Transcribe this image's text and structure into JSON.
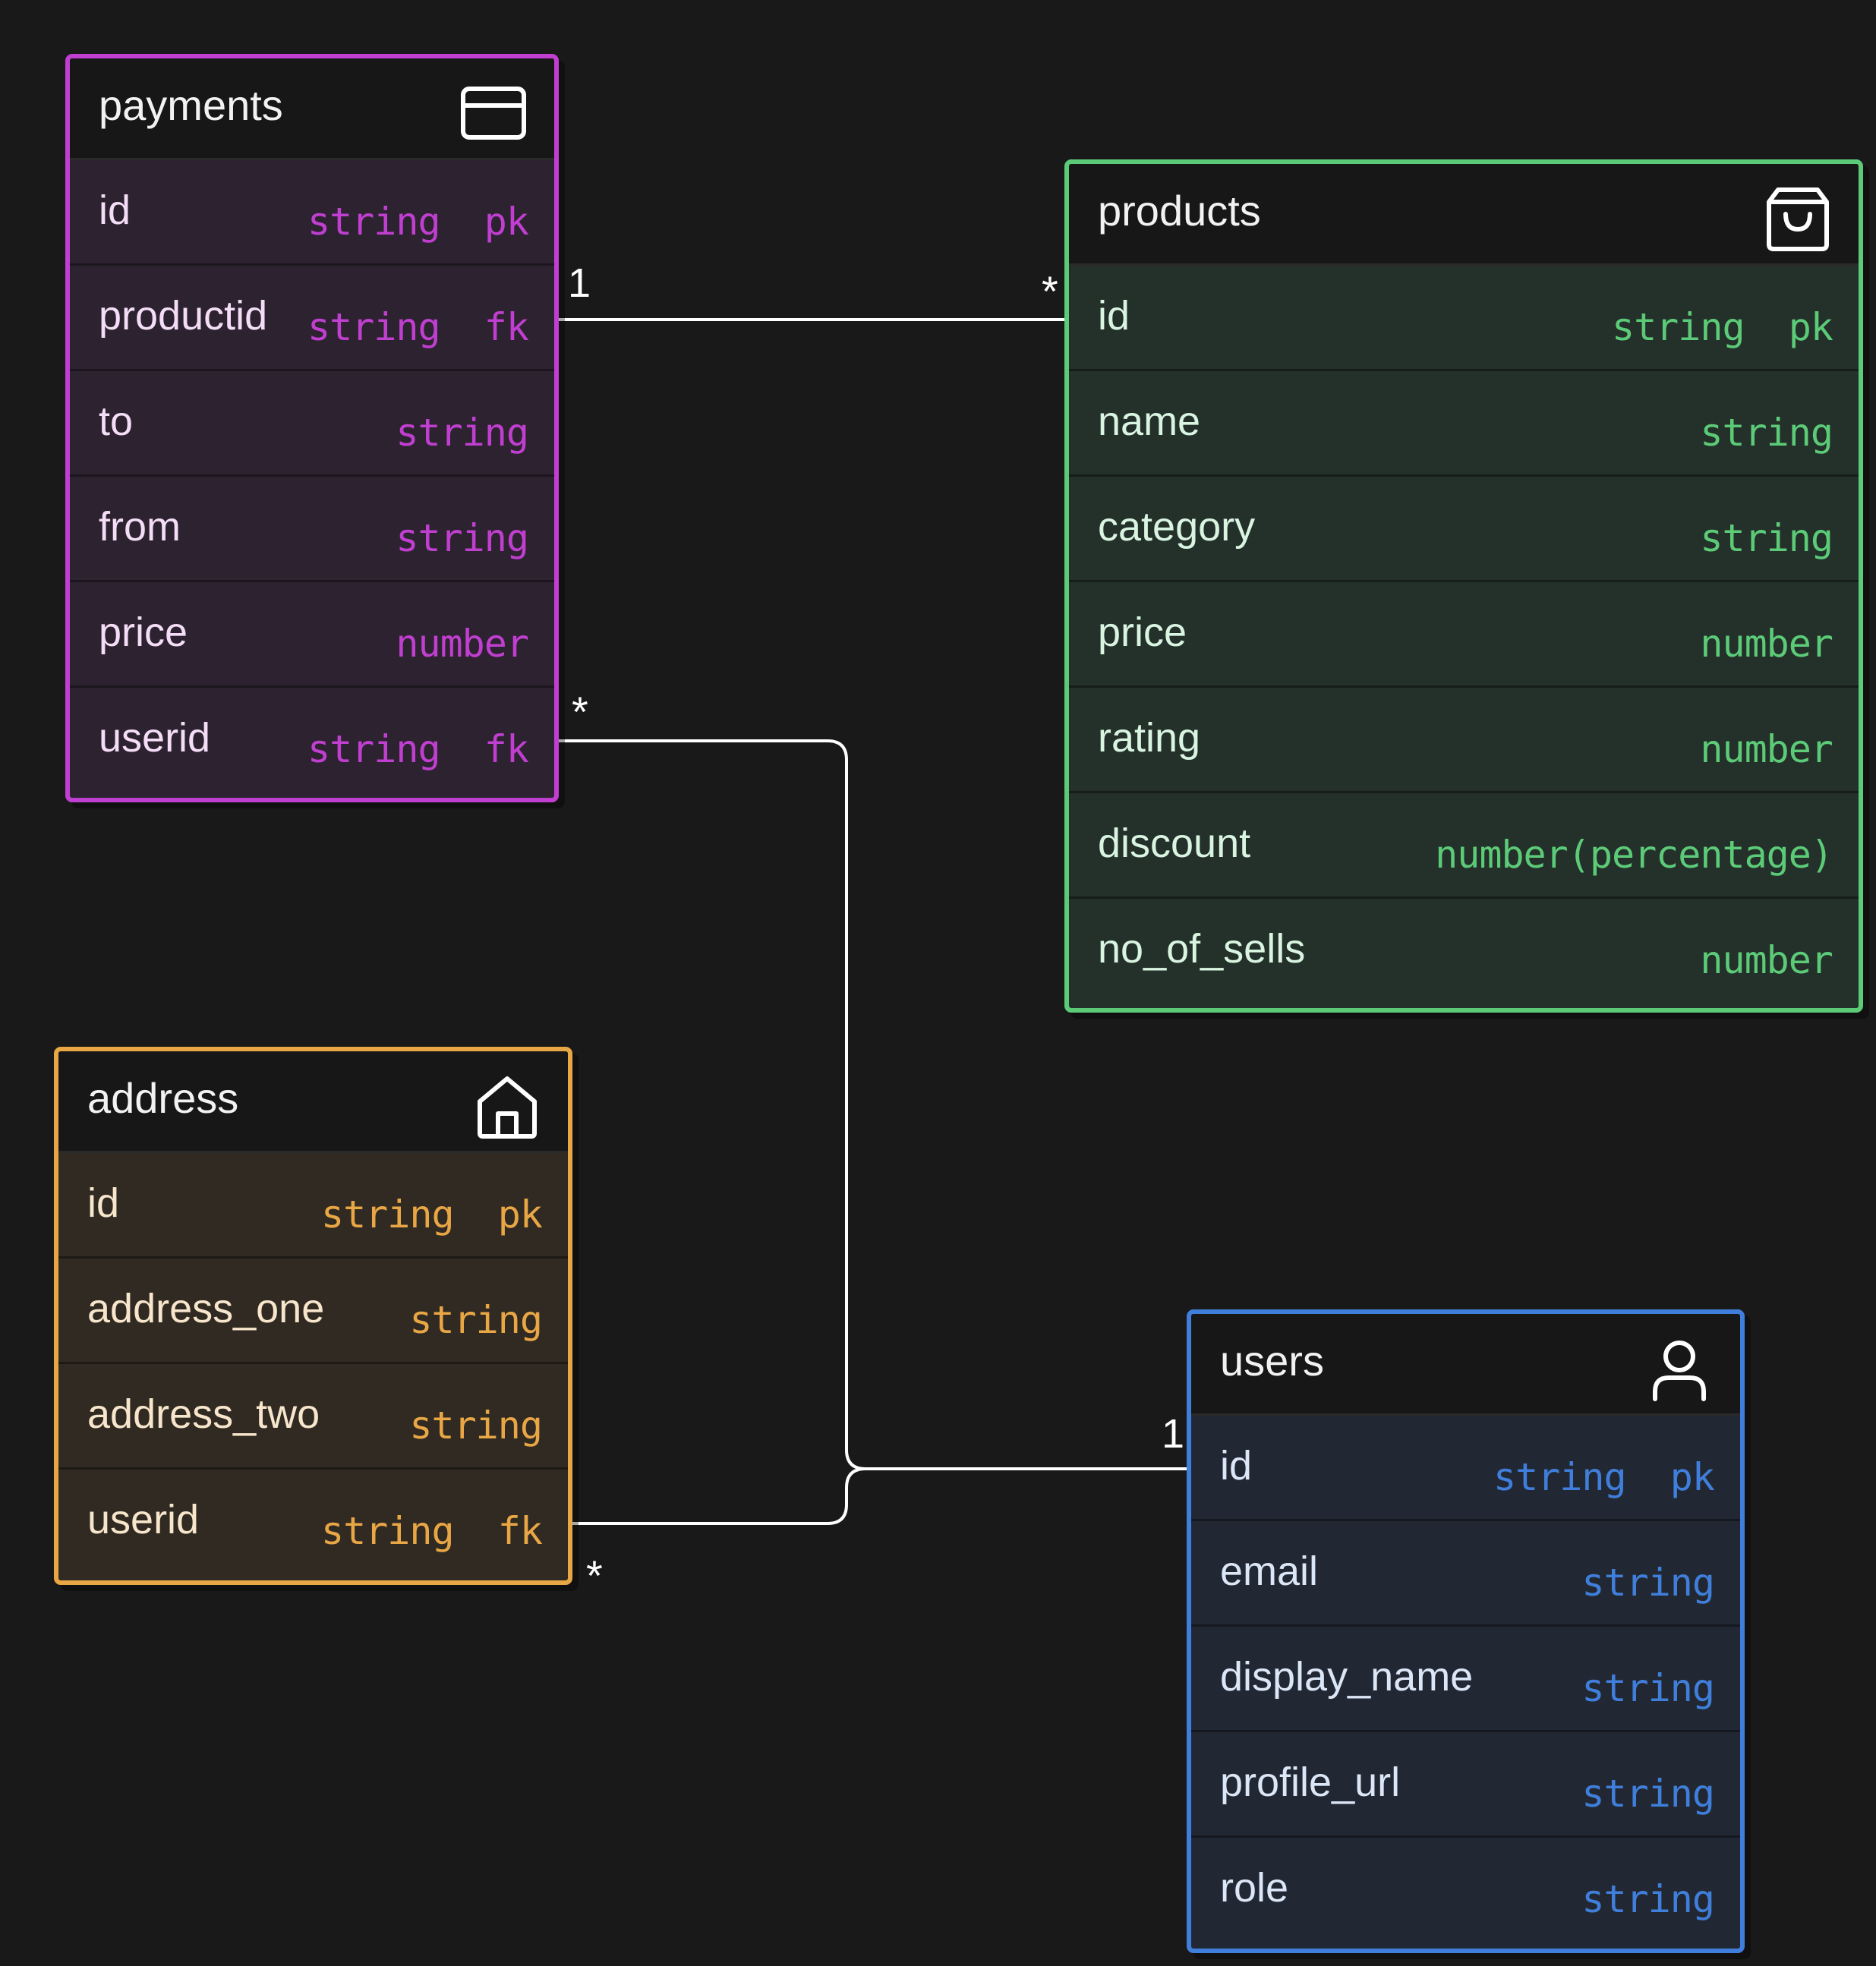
{
  "colors": {
    "background": "#191919",
    "payments": "#c03fd0",
    "products": "#5ccb78",
    "address": "#e9a645",
    "users": "#3f7fdb",
    "connector": "#ffffff"
  },
  "entities": {
    "payments": {
      "title": "payments",
      "icon": "credit-card-icon",
      "fields": [
        {
          "name": "id",
          "type": "string  pk"
        },
        {
          "name": "productid",
          "type": "string  fk"
        },
        {
          "name": "to",
          "type": "string"
        },
        {
          "name": "from",
          "type": "string"
        },
        {
          "name": "price",
          "type": "number"
        },
        {
          "name": "userid",
          "type": "string  fk"
        }
      ]
    },
    "products": {
      "title": "products",
      "icon": "shopping-bag-icon",
      "fields": [
        {
          "name": "id",
          "type": "string  pk"
        },
        {
          "name": "name",
          "type": "string"
        },
        {
          "name": "category",
          "type": "string"
        },
        {
          "name": "price",
          "type": "number"
        },
        {
          "name": "rating",
          "type": "number"
        },
        {
          "name": "discount",
          "type": "number(percentage)"
        },
        {
          "name": "no_of_sells",
          "type": "number"
        }
      ]
    },
    "address": {
      "title": "address",
      "icon": "home-icon",
      "fields": [
        {
          "name": "id",
          "type": "string  pk"
        },
        {
          "name": "address_one",
          "type": "string"
        },
        {
          "name": "address_two",
          "type": "string"
        },
        {
          "name": "userid",
          "type": "string  fk"
        }
      ]
    },
    "users": {
      "title": "users",
      "icon": "user-icon",
      "fields": [
        {
          "name": "id",
          "type": "string  pk"
        },
        {
          "name": "email",
          "type": "string"
        },
        {
          "name": "display_name",
          "type": "string"
        },
        {
          "name": "profile_url",
          "type": "string"
        },
        {
          "name": "role",
          "type": "string"
        }
      ]
    }
  },
  "relationships": [
    {
      "from": "payments.productid",
      "to": "products.id",
      "from_cardinality": "1",
      "to_cardinality": "*"
    },
    {
      "from": "payments.userid",
      "to": "users.id",
      "from_cardinality": "*",
      "to_cardinality": "1"
    },
    {
      "from": "address.userid",
      "to": "users.id",
      "from_cardinality": "*",
      "to_cardinality": "1"
    }
  ]
}
